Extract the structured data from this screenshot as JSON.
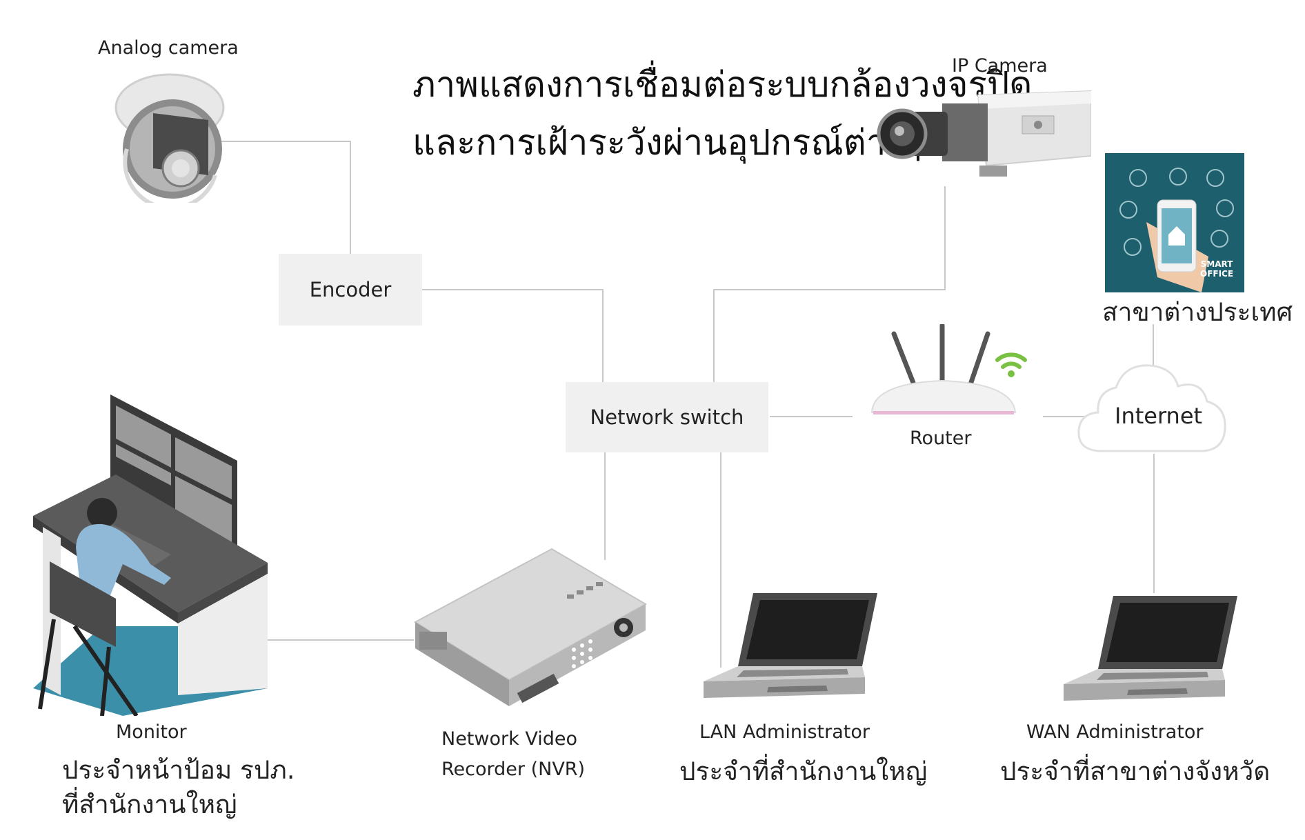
{
  "title": {
    "line1": "ภาพแสดงการเชื่อมต่อระบบกล้องวงจรปิด",
    "line2": "และการเฝ้าระวังผ่านอุปกรณ์ต่างๆ"
  },
  "nodes": {
    "analog_camera": "Analog camera",
    "ip_camera": "IP Camera",
    "encoder": "Encoder",
    "network_switch": "Network switch",
    "router": "Router",
    "internet": "Internet",
    "branch_overseas": "สาขาต่างประเทศ",
    "smart_office_line1": "SMART",
    "smart_office_line2": "OFFICE",
    "monitor": {
      "title": "Monitor",
      "line1": "ประจำหน้าป้อม รปภ.",
      "line2": "ที่สำนักงานใหญ่"
    },
    "nvr": {
      "line1": "Network Video",
      "line2": "Recorder (NVR)"
    },
    "lan_admin": {
      "title": "LAN Administrator",
      "line1": "ประจำที่สำนักงานใหญ่"
    },
    "wan_admin": {
      "title": "WAN Administrator",
      "line1": "ประจำที่สาขาต่างจังหวัด"
    }
  },
  "icons": [
    "dome-camera-icon",
    "ip-camera-icon",
    "smart-office-icon",
    "router-icon",
    "cloud-icon",
    "security-desk-icon",
    "nvr-icon",
    "laptop-icon"
  ],
  "colors": {
    "line": "#c8c8c8",
    "box": "#f0f0f0",
    "smart_office_bg": "#1e5f6e",
    "desk_floor": "#3c8fa8",
    "text": "#222222"
  }
}
